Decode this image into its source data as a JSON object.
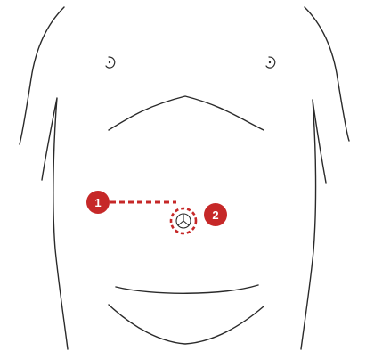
{
  "diagram": {
    "markers": [
      {
        "id": "marker-1",
        "label": "1"
      },
      {
        "id": "marker-2",
        "label": "2"
      }
    ],
    "colors": {
      "outline": "#2a2a2a",
      "marker_fill": "#c62828",
      "dash": "#c62828",
      "background": "#ffffff"
    },
    "icons": [
      "navel-port-icon",
      "left-nipple-icon",
      "right-nipple-icon"
    ]
  }
}
